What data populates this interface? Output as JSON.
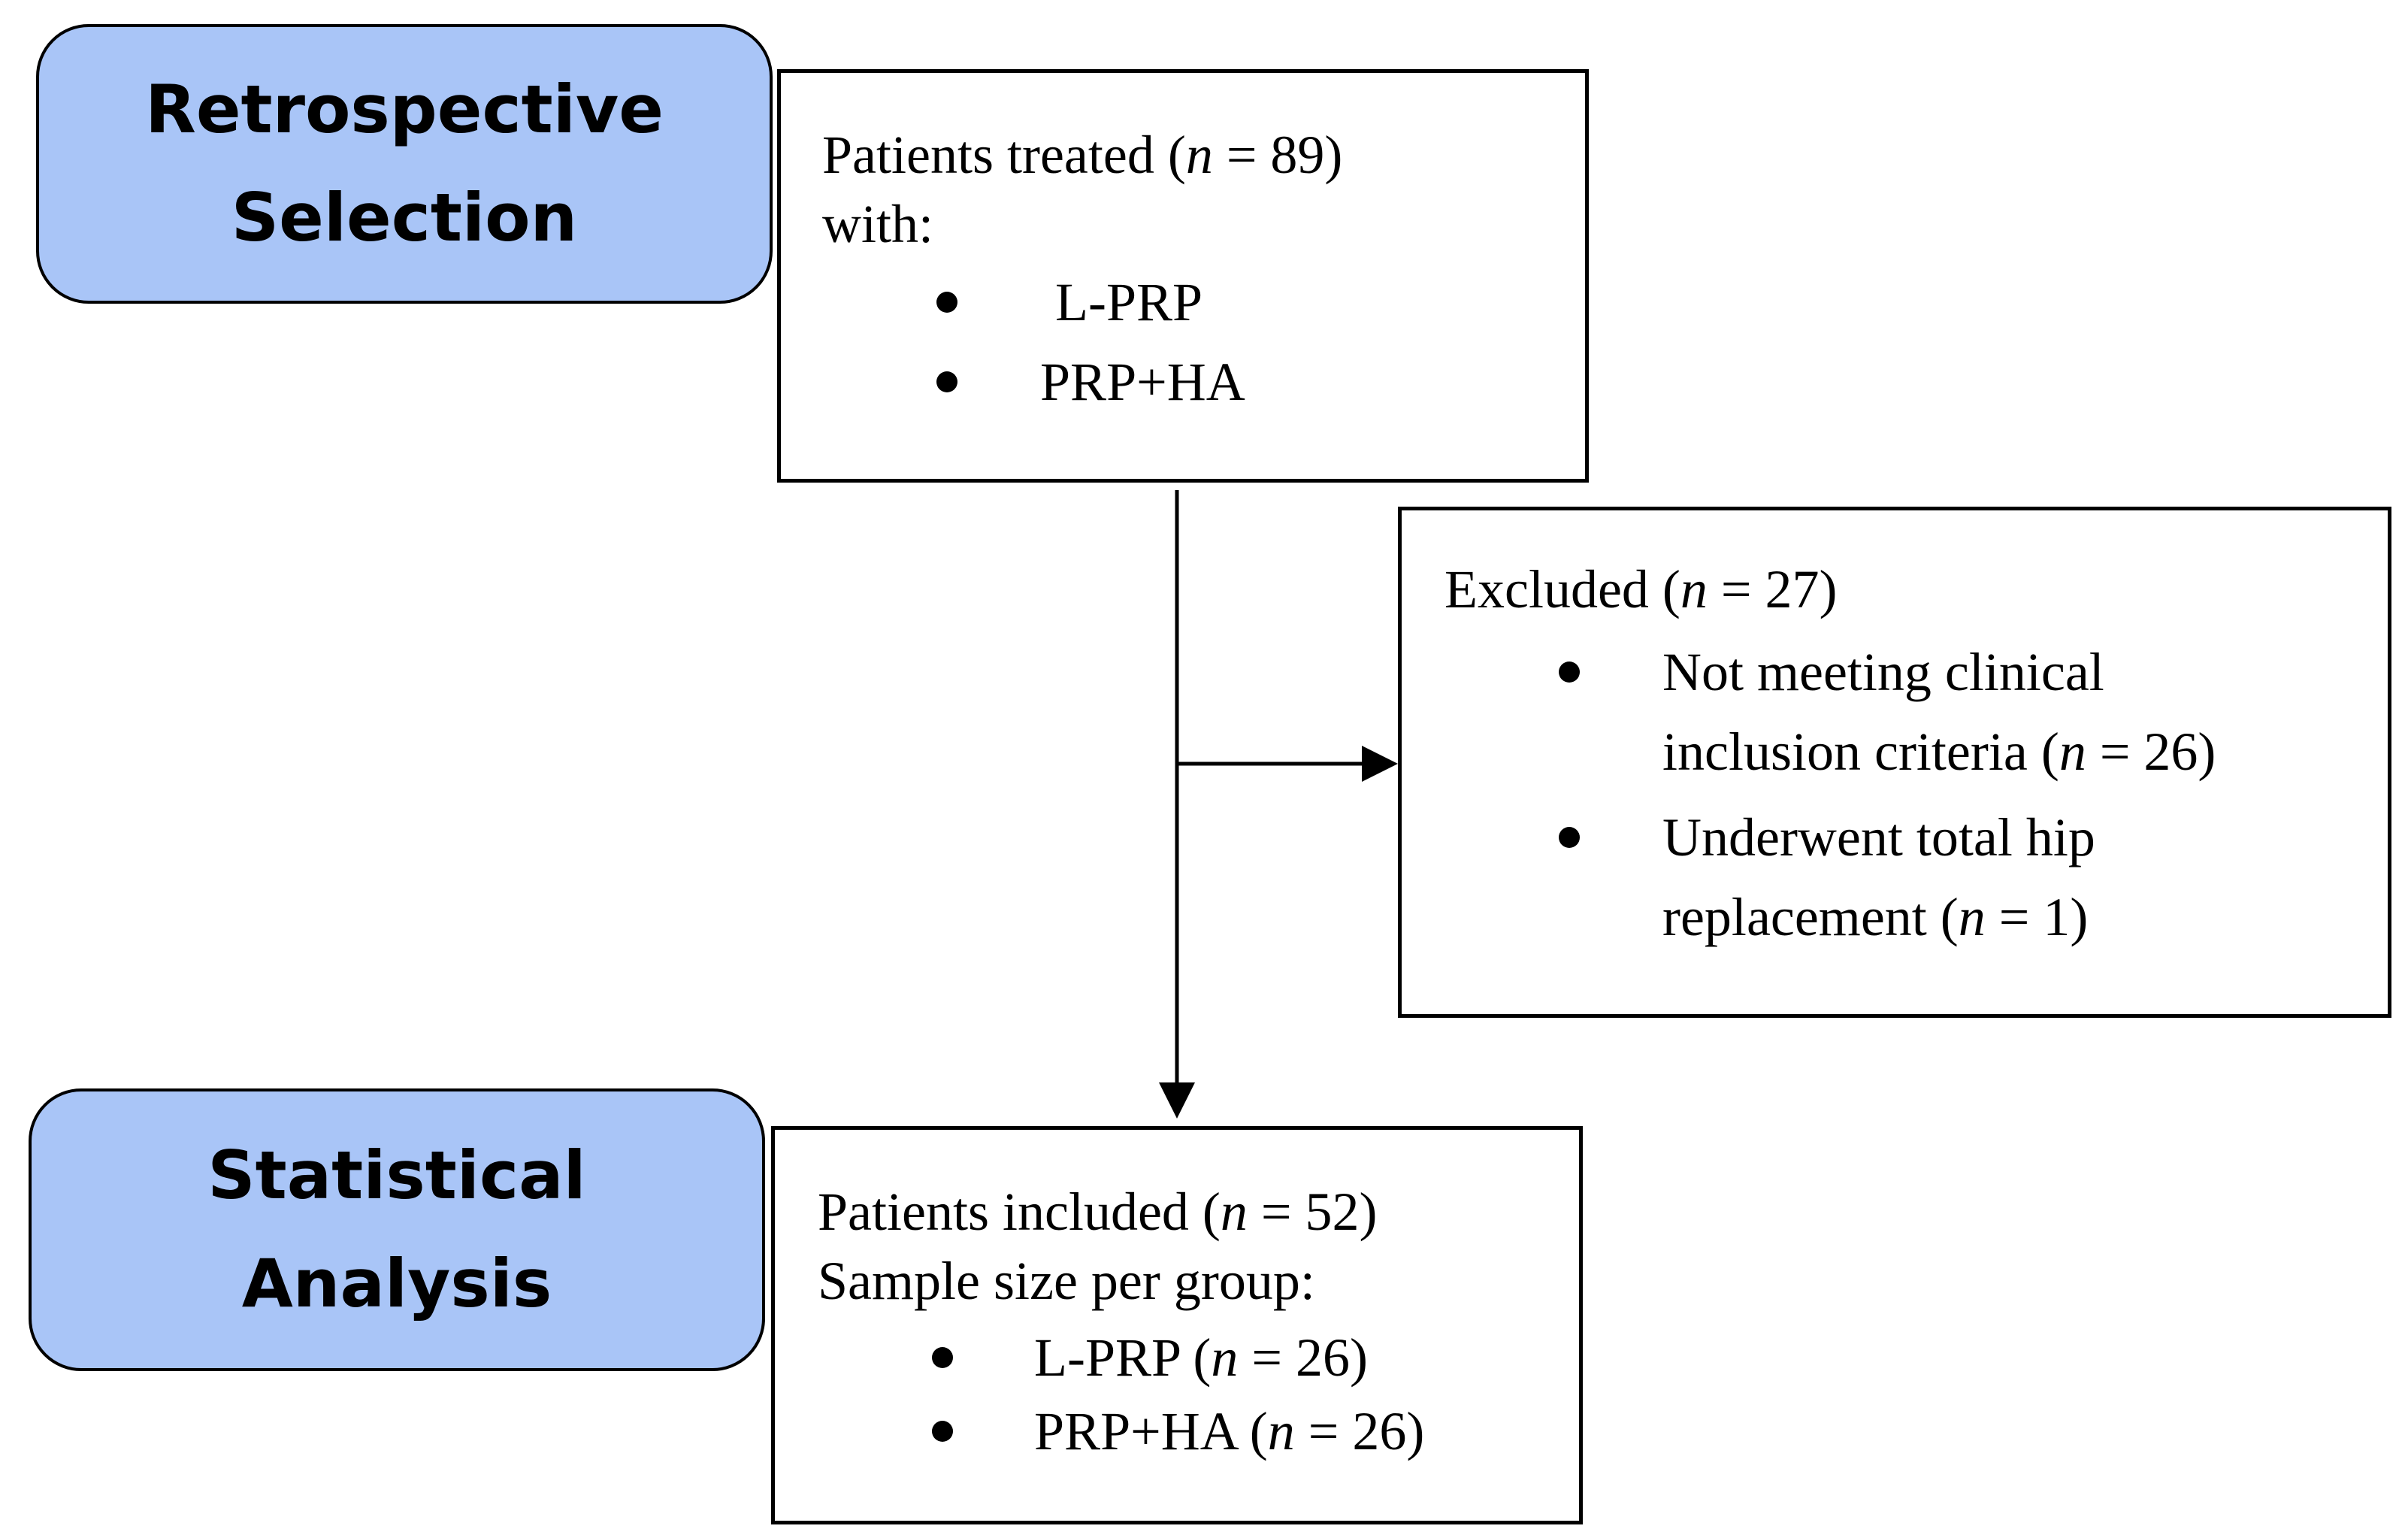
{
  "stages": {
    "retrospective": [
      "Retrospective",
      "Selection"
    ],
    "statistical": [
      "Statistical",
      "Analysis"
    ]
  },
  "treated_box": {
    "line1_prefix": "Patients treated (",
    "n_symbol": "n",
    "line1_suffix": " = 89)",
    "line2": "with:",
    "bullets": [
      "L-PRP",
      "PRP+HA"
    ]
  },
  "excluded_box": {
    "prefix": "Excluded (",
    "n_symbol": "n",
    "suffix": " = 27)",
    "bullets": [
      {
        "line1": "Not meeting clinical",
        "line2_prefix": "inclusion criteria (",
        "n_symbol": "n",
        "line2_suffix": " = 26)"
      },
      {
        "line1": "Underwent total hip",
        "line2_prefix": "replacement (",
        "n_symbol": "n",
        "line2_suffix": " = 1)"
      }
    ]
  },
  "included_box": {
    "line1_prefix": "Patients included (",
    "n_symbol": "n",
    "line1_suffix": " = 52)",
    "line2": "Sample size per group:",
    "bullets": [
      {
        "prefix": "L-PRP (",
        "n_symbol": "n",
        "suffix": " = 26)"
      },
      {
        "prefix": "PRP+HA (",
        "n_symbol": "n",
        "suffix": " = 26)"
      }
    ]
  }
}
